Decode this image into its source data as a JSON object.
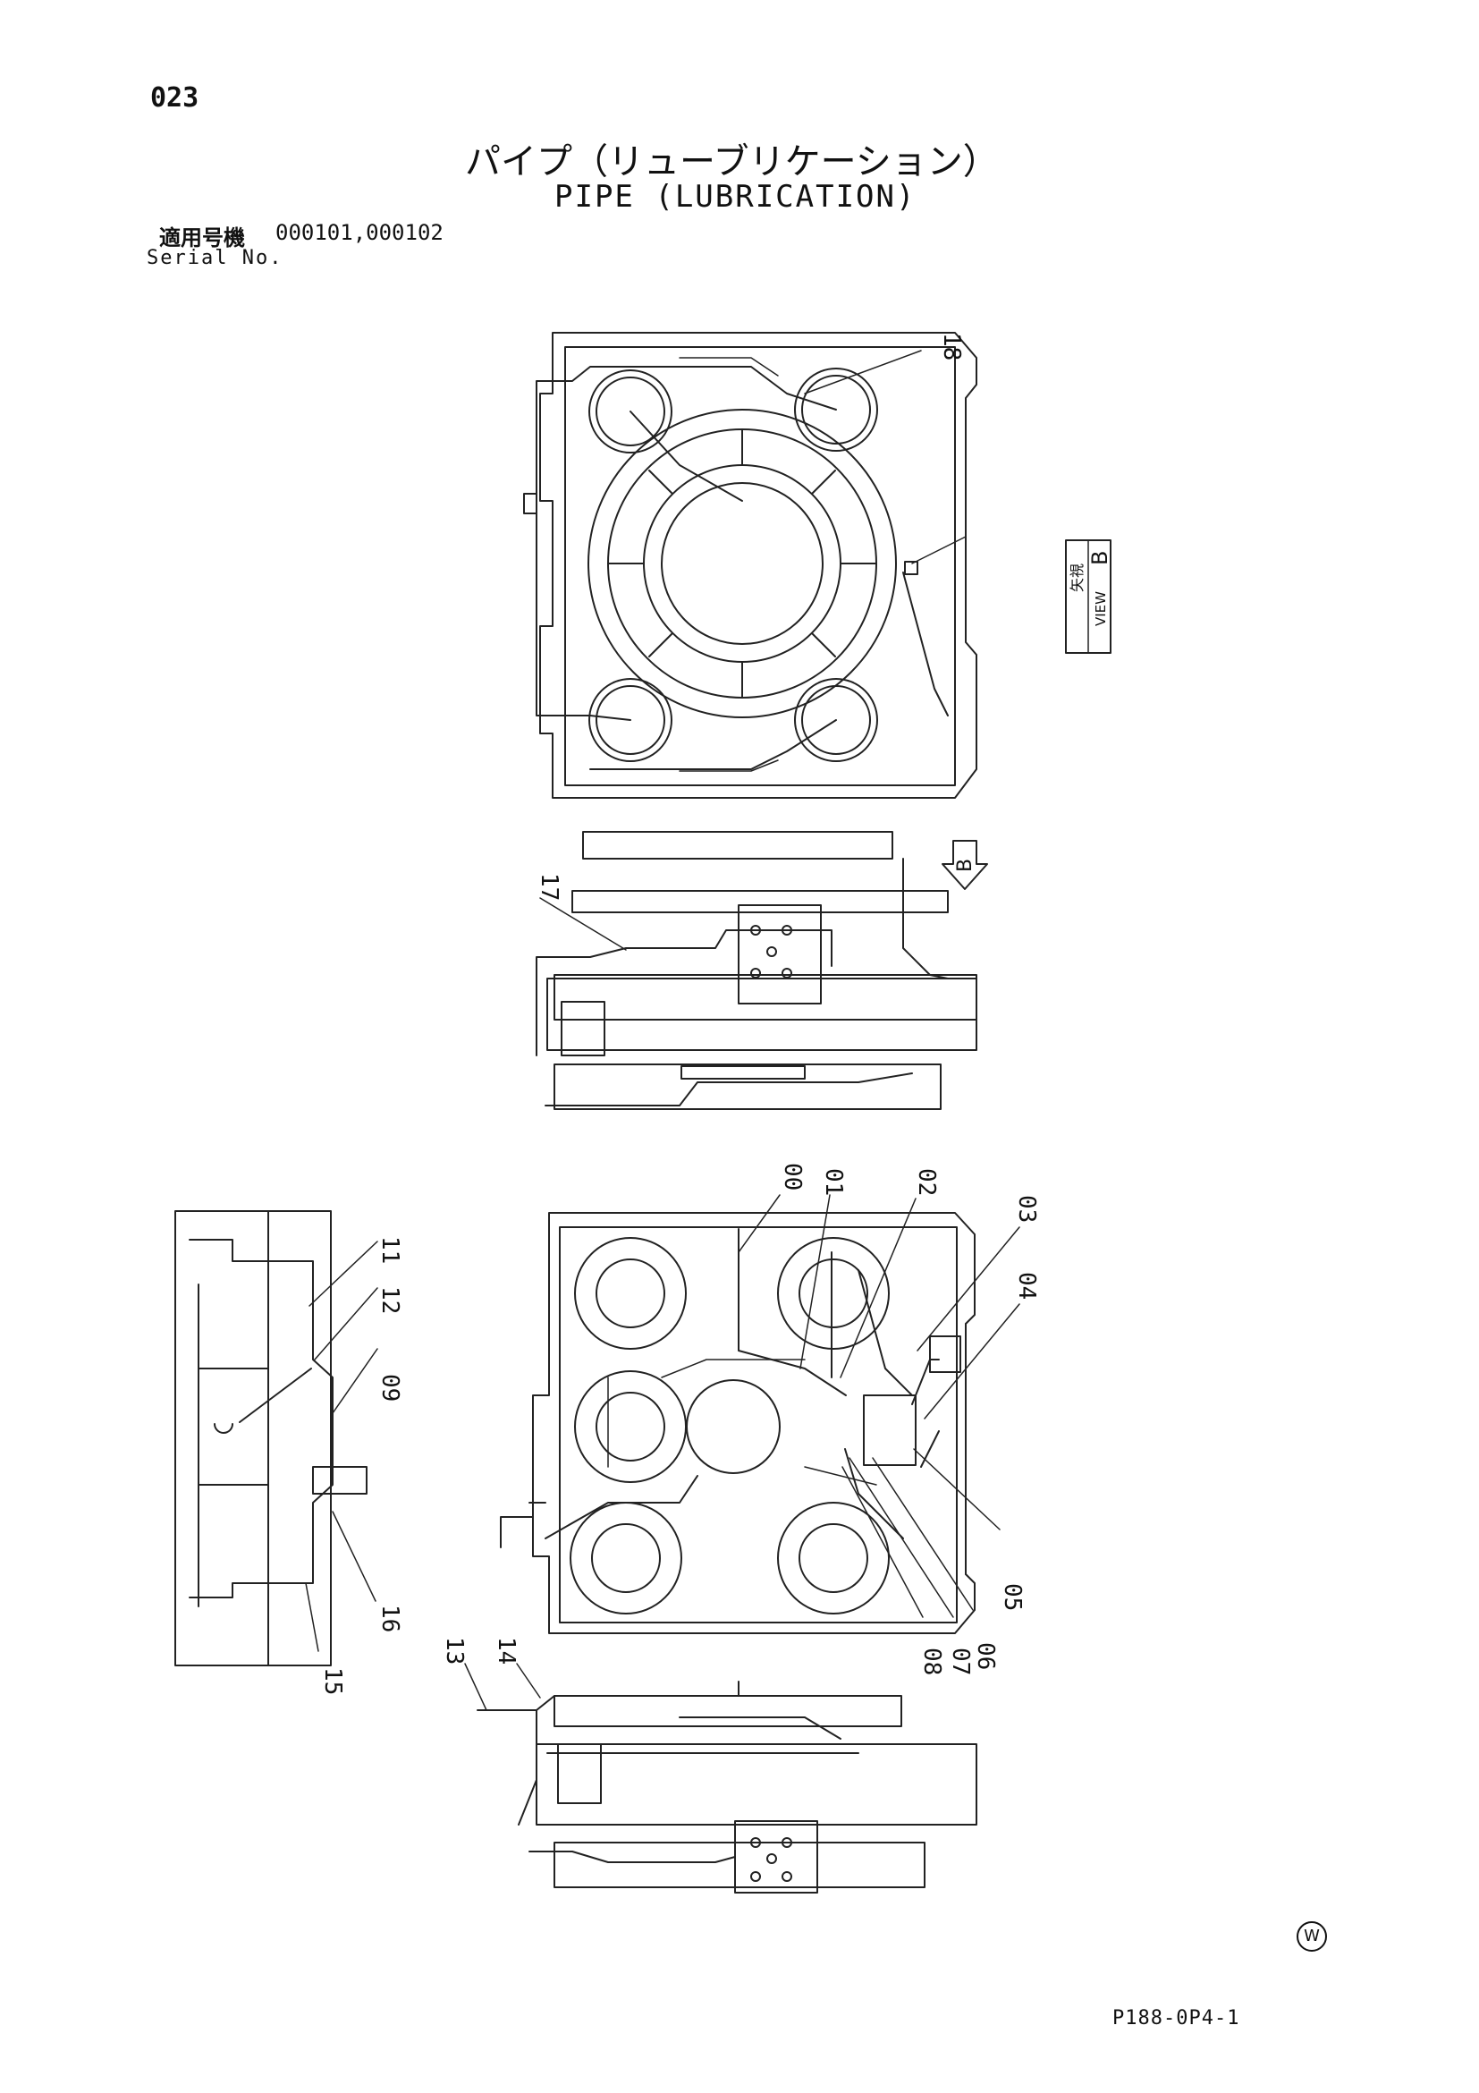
{
  "header": {
    "page_number": "023",
    "title_jp": "パイプ（リューブリケーション）",
    "title_en": "PIPE (LUBRICATION)",
    "serial_label_jp": "適用号機",
    "serial_values": "000101,000102",
    "serial_label_en": "Serial No."
  },
  "view_label": {
    "jp": "矢視",
    "en": "VIEW",
    "letter": "B"
  },
  "arrow_label": "B",
  "callouts": [
    "18",
    "17",
    "00",
    "01",
    "02",
    "03",
    "04",
    "05",
    "06",
    "07",
    "08",
    "09",
    "11",
    "12",
    "13",
    "14",
    "15",
    "16"
  ],
  "footer": {
    "mark": "W",
    "drawing_code": "P188-0P4-1"
  }
}
